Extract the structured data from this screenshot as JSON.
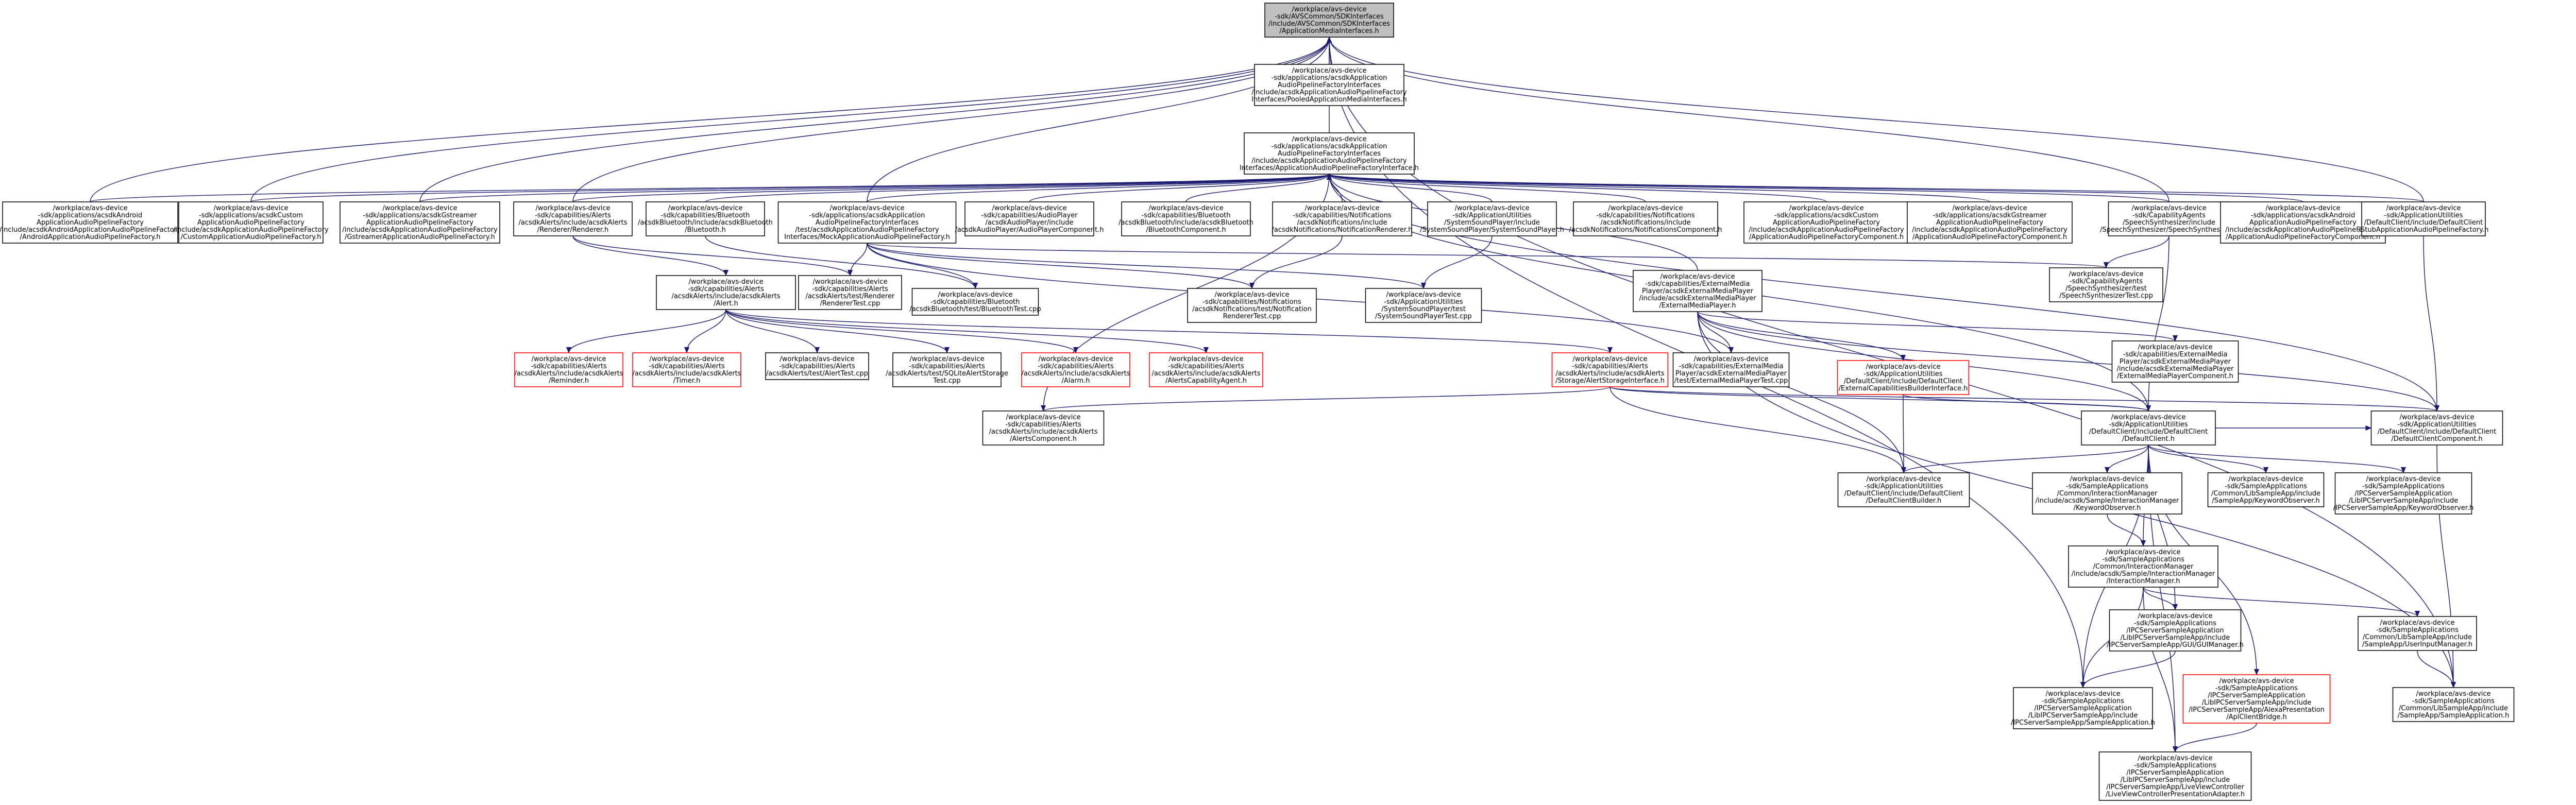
{
  "colors": {
    "edge": "#191970",
    "node_border": "#000000",
    "node_border_red": "#ff0000",
    "root_fill": "#bfbfbf"
  },
  "nodes": [
    {
      "id": "root",
      "root": true,
      "lines": [
        "/workplace/avs-device",
        "-sdk/AVSCommon/SDKInterfaces",
        "/include/AVSCommon/SDKInterfaces",
        "/ApplicationMediaInterfaces.h"
      ]
    },
    {
      "id": "pooled",
      "lines": [
        "/workplace/avs-device",
        "-sdk/applications/acsdkApplication",
        "AudioPipelineFactoryInterfaces",
        "/include/acsdkApplicationAudioPipelineFactory",
        "Interfaces/PooledApplicationMediaInterfaces.h"
      ]
    },
    {
      "id": "aapfi",
      "lines": [
        "/workplace/avs-device",
        "-sdk/applications/acsdkApplication",
        "AudioPipelineFactoryInterfaces",
        "/include/acsdkApplicationAudioPipelineFactory",
        "Interfaces/ApplicationAudioPipelineFactoryInterface.h"
      ]
    },
    {
      "id": "android_f",
      "lines": [
        "/workplace/avs-device",
        "-sdk/applications/acsdkAndroid",
        "ApplicationAudioPipelineFactory",
        "/include/acsdkAndroidApplicationAudioPipelineFactory",
        "/AndroidApplicationAudioPipelineFactory.h"
      ]
    },
    {
      "id": "custom_f",
      "lines": [
        "/workplace/avs-device",
        "-sdk/applications/acsdkCustom",
        "ApplicationAudioPipelineFactory",
        "/include/acsdkApplicationAudioPipelineFactory",
        "/CustomApplicationAudioPipelineFactory.h"
      ]
    },
    {
      "id": "gst_f",
      "lines": [
        "/workplace/avs-device",
        "-sdk/applications/acsdkGstreamer",
        "ApplicationAudioPipelineFactory",
        "/include/acsdkApplicationAudioPipelineFactory",
        "/GstreamerApplicationAudioPipelineFactory.h"
      ]
    },
    {
      "id": "renderer",
      "lines": [
        "/workplace/avs-device",
        "-sdk/capabilities/Alerts",
        "/acsdkAlerts/include/acsdkAlerts",
        "/Renderer/Renderer.h"
      ]
    },
    {
      "id": "bluetooth",
      "lines": [
        "/workplace/avs-device",
        "-sdk/capabilities/Bluetooth",
        "/acsdkBluetooth/include/acsdkBluetooth",
        "/Bluetooth.h"
      ]
    },
    {
      "id": "mock_f",
      "lines": [
        "/workplace/avs-device",
        "-sdk/applications/acsdkApplication",
        "AudioPipelineFactoryInterfaces",
        "/test/acsdkApplicationAudioPipelineFactory",
        "Interfaces/MockApplicationAudioPipelineFactory.h"
      ]
    },
    {
      "id": "ap_comp",
      "lines": [
        "/workplace/avs-device",
        "-sdk/capabilities/AudioPlayer",
        "/acsdkAudioPlayer/include",
        "/acsdkAudioPlayer/AudioPlayerComponent.h"
      ]
    },
    {
      "id": "bt_comp",
      "lines": [
        "/workplace/avs-device",
        "-sdk/capabilities/Bluetooth",
        "/acsdkBluetooth/include/acsdkBluetooth",
        "/BluetoothComponent.h"
      ]
    },
    {
      "id": "notif_r",
      "lines": [
        "/workplace/avs-device",
        "-sdk/capabilities/Notifications",
        "/acsdkNotifications/include",
        "/acsdkNotifications/NotificationRenderer.h"
      ]
    },
    {
      "id": "ssp",
      "lines": [
        "/workplace/avs-device",
        "-sdk/ApplicationUtilities",
        "/SystemSoundPlayer/include",
        "/SystemSoundPlayer/SystemSoundPlayer.h"
      ]
    },
    {
      "id": "notif_c",
      "lines": [
        "/workplace/avs-device",
        "-sdk/capabilities/Notifications",
        "/acsdkNotifications/include",
        "/acsdkNotifications/NotificationsComponent.h"
      ]
    },
    {
      "id": "custom_c",
      "lines": [
        "/workplace/avs-device",
        "-sdk/applications/acsdkCustom",
        "ApplicationAudioPipelineFactory",
        "/include/acsdkApplicationAudioPipelineFactory",
        "/ApplicationAudioPipelineFactoryComponent.h"
      ]
    },
    {
      "id": "gst_c",
      "lines": [
        "/workplace/avs-device",
        "-sdk/applications/acsdkGstreamer",
        "ApplicationAudioPipelineFactory",
        "/include/acsdkApplicationAudioPipelineFactory",
        "/ApplicationAudioPipelineFactoryComponent.h"
      ]
    },
    {
      "id": "speech",
      "lines": [
        "/workplace/avs-device",
        "-sdk/CapabilityAgents",
        "/SpeechSynthesizer/include",
        "/SpeechSynthesizer/SpeechSynthesizer.h"
      ]
    },
    {
      "id": "android_c",
      "lines": [
        "/workplace/avs-device",
        "-sdk/applications/acsdkAndroid",
        "ApplicationAudioPipelineFactory",
        "/include/acsdkApplicationAudioPipelineFactory",
        "/ApplicationAudioPipelineFactoryComponent.h"
      ]
    },
    {
      "id": "stub_f",
      "lines": [
        "/workplace/avs-device",
        "-sdk/ApplicationUtilities",
        "/DefaultClient/include/DefaultClient",
        "/StubApplicationAudioPipelineFactory.h"
      ]
    },
    {
      "id": "alert",
      "lines": [
        "/workplace/avs-device",
        "-sdk/capabilities/Alerts",
        "/acsdkAlerts/include/acsdkAlerts",
        "/Alert.h"
      ]
    },
    {
      "id": "renderer_t",
      "lines": [
        "/workplace/avs-device",
        "-sdk/capabilities/Alerts",
        "/acsdkAlerts/test/Renderer",
        "/RendererTest.cpp"
      ]
    },
    {
      "id": "bt_t",
      "lines": [
        "/workplace/avs-device",
        "-sdk/capabilities/Bluetooth",
        "/acsdkBluetooth/test/BluetoothTest.cpp"
      ]
    },
    {
      "id": "notif_rt",
      "lines": [
        "/workplace/avs-device",
        "-sdk/capabilities/Notifications",
        "/acsdkNotifications/test/Notification",
        "RendererTest.cpp"
      ]
    },
    {
      "id": "ssp_t",
      "lines": [
        "/workplace/avs-device",
        "-sdk/ApplicationUtilities",
        "/SystemSoundPlayer/test",
        "/SystemSoundPlayerTest.cpp"
      ]
    },
    {
      "id": "speech_t",
      "lines": [
        "/workplace/avs-device",
        "-sdk/CapabilityAgents",
        "/SpeechSynthesizer/test",
        "/SpeechSynthesizerTest.cpp"
      ]
    },
    {
      "id": "emp",
      "lines": [
        "/workplace/avs-device",
        "-sdk/capabilities/ExternalMedia",
        "Player/acsdkExternalMediaPlayer",
        "/include/acsdkExternalMediaPlayer",
        "/ExternalMediaPlayer.h"
      ]
    },
    {
      "id": "reminder",
      "red": true,
      "lines": [
        "/workplace/avs-device",
        "-sdk/capabilities/Alerts",
        "/acsdkAlerts/include/acsdkAlerts",
        "/Reminder.h"
      ]
    },
    {
      "id": "timer",
      "red": true,
      "lines": [
        "/workplace/avs-device",
        "-sdk/capabilities/Alerts",
        "/acsdkAlerts/include/acsdkAlerts",
        "/Timer.h"
      ]
    },
    {
      "id": "alert_t",
      "lines": [
        "/workplace/avs-device",
        "-sdk/capabilities/Alerts",
        "/acsdkAlerts/test/AlertTest.cpp"
      ]
    },
    {
      "id": "sql_t",
      "lines": [
        "/workplace/avs-device",
        "-sdk/capabilities/Alerts",
        "/acsdkAlerts/test/SQLiteAlertStorage",
        "Test.cpp"
      ]
    },
    {
      "id": "alarm",
      "red": true,
      "lines": [
        "/workplace/avs-device",
        "-sdk/capabilities/Alerts",
        "/acsdkAlerts/include/acsdkAlerts",
        "/Alarm.h"
      ]
    },
    {
      "id": "agent",
      "red": true,
      "lines": [
        "/workplace/avs-device",
        "-sdk/capabilities/Alerts",
        "/acsdkAlerts/include/acsdkAlerts",
        "/AlertsCapabilityAgent.h"
      ]
    },
    {
      "id": "storage",
      "red": true,
      "lines": [
        "/workplace/avs-device",
        "-sdk/capabilities/Alerts",
        "/acsdkAlerts/include/acsdkAlerts",
        "/Storage/AlertStorageInterface.h"
      ]
    },
    {
      "id": "emp_t",
      "lines": [
        "/workplace/avs-device",
        "-sdk/capabilities/ExternalMedia",
        "Player/acsdkExternalMediaPlayer",
        "/test/ExternalMediaPlayerTest.cpp"
      ]
    },
    {
      "id": "ecb",
      "red": true,
      "lines": [
        "/workplace/avs-device",
        "-sdk/ApplicationUtilities",
        "/DefaultClient/include/DefaultClient",
        "/ExternalCapabilitiesBuilderInterface.h"
      ]
    },
    {
      "id": "emp_c",
      "lines": [
        "/workplace/avs-device",
        "-sdk/capabilities/ExternalMedia",
        "Player/acsdkExternalMediaPlayer",
        "/include/acsdkExternalMediaPlayer",
        "/ExternalMediaPlayerComponent.h"
      ]
    },
    {
      "id": "alerts_c",
      "lines": [
        "/workplace/avs-device",
        "-sdk/capabilities/Alerts",
        "/acsdkAlerts/include/acsdkAlerts",
        "/AlertsComponent.h"
      ]
    },
    {
      "id": "dc",
      "lines": [
        "/workplace/avs-device",
        "-sdk/ApplicationUtilities",
        "/DefaultClient/include/DefaultClient",
        "/DefaultClient.h"
      ]
    },
    {
      "id": "dc_comp",
      "lines": [
        "/workplace/avs-device",
        "-sdk/ApplicationUtilities",
        "/DefaultClient/include/DefaultClient",
        "/DefaultClientComponent.h"
      ]
    },
    {
      "id": "dc_builder",
      "lines": [
        "/workplace/avs-device",
        "-sdk/ApplicationUtilities",
        "/DefaultClient/include/DefaultClient",
        "/DefaultClientBuilder.h"
      ]
    },
    {
      "id": "kw_im",
      "lines": [
        "/workplace/avs-device",
        "-sdk/SampleApplications",
        "/Common/InteractionManager",
        "/include/acsdk/Sample/InteractionManager",
        "/KeywordObserver.h"
      ]
    },
    {
      "id": "kw_sa",
      "lines": [
        "/workplace/avs-device",
        "-sdk/SampleApplications",
        "/Common/LibSampleApp/include",
        "/SampleApp/KeywordObserver.h"
      ]
    },
    {
      "id": "kw_ipc",
      "lines": [
        "/workplace/avs-device",
        "-sdk/SampleApplications",
        "/IPCServerSampleApplication",
        "/LibIPCServerSampleApp/include",
        "/IPCServerSampleApp/KeywordObserver.h"
      ]
    },
    {
      "id": "im",
      "lines": [
        "/workplace/avs-device",
        "-sdk/SampleApplications",
        "/Common/InteractionManager",
        "/include/acsdk/Sample/InteractionManager",
        "/InteractionManager.h"
      ]
    },
    {
      "id": "gui",
      "lines": [
        "/workplace/avs-device",
        "-sdk/SampleApplications",
        "/IPCServerSampleApplication",
        "/LibIPCServerSampleApp/include",
        "/IPCServerSampleApp/GUI/GUIManager.h"
      ]
    },
    {
      "id": "uim",
      "lines": [
        "/workplace/avs-device",
        "-sdk/SampleApplications",
        "/Common/LibSampleApp/include",
        "/SampleApp/UserInputManager.h"
      ]
    },
    {
      "id": "ipc_sa",
      "lines": [
        "/workplace/avs-device",
        "-sdk/SampleApplications",
        "/IPCServerSampleApplication",
        "/LibIPCServerSampleApp/include",
        "/IPCServerSampleApp/SampleApplication.h"
      ]
    },
    {
      "id": "apl",
      "red": true,
      "lines": [
        "/workplace/avs-device",
        "-sdk/SampleApplications",
        "/IPCServerSampleApplication",
        "/LibIPCServerSampleApp/include",
        "/IPCServerSampleApp/AlexaPresentation",
        "/AplClientBridge.h"
      ]
    },
    {
      "id": "sa",
      "lines": [
        "/workplace/avs-device",
        "-sdk/SampleApplications",
        "/Common/LibSampleApp/include",
        "/SampleApp/SampleApplication.h"
      ]
    },
    {
      "id": "lvc",
      "lines": [
        "/workplace/avs-device",
        "-sdk/SampleApplications",
        "/IPCServerSampleApplication",
        "/LibIPCServerSampleApp/include",
        "/IPCServerSampleApp/LiveViewController",
        "/LiveViewControllerPresentationAdapter.h"
      ]
    }
  ],
  "edges": [
    [
      "pooled",
      "root"
    ],
    [
      "aapfi",
      "root"
    ],
    [
      "android_f",
      "root"
    ],
    [
      "custom_f",
      "root"
    ],
    [
      "gst_f",
      "root"
    ],
    [
      "mock_f",
      "root"
    ],
    [
      "renderer",
      "root"
    ],
    [
      "speech",
      "root"
    ],
    [
      "stub_f",
      "root"
    ],
    [
      "sa",
      "root"
    ],
    [
      "ipc_sa",
      "root"
    ],
    [
      "android_f",
      "aapfi"
    ],
    [
      "custom_f",
      "aapfi"
    ],
    [
      "gst_f",
      "aapfi"
    ],
    [
      "renderer",
      "aapfi"
    ],
    [
      "bluetooth",
      "aapfi"
    ],
    [
      "mock_f",
      "aapfi"
    ],
    [
      "ap_comp",
      "aapfi"
    ],
    [
      "bt_comp",
      "aapfi"
    ],
    [
      "notif_r",
      "aapfi"
    ],
    [
      "ssp",
      "aapfi"
    ],
    [
      "notif_c",
      "aapfi"
    ],
    [
      "custom_c",
      "aapfi"
    ],
    [
      "gst_c",
      "aapfi"
    ],
    [
      "speech",
      "aapfi"
    ],
    [
      "android_c",
      "aapfi"
    ],
    [
      "stub_f",
      "aapfi"
    ],
    [
      "emp",
      "aapfi"
    ],
    [
      "alerts_c",
      "aapfi"
    ],
    [
      "dc",
      "aapfi"
    ],
    [
      "dc_comp",
      "aapfi"
    ],
    [
      "renderer",
      "alert"
    ],
    [
      "renderer",
      "renderer_t"
    ],
    [
      "bluetooth",
      "bt_t"
    ],
    [
      "mock_f",
      "renderer_t"
    ],
    [
      "mock_f",
      "bt_t"
    ],
    [
      "mock_f",
      "notif_rt"
    ],
    [
      "mock_f",
      "ssp_t"
    ],
    [
      "mock_f",
      "speech_t"
    ],
    [
      "mock_f",
      "emp_t"
    ],
    [
      "notif_r",
      "notif_rt"
    ],
    [
      "ssp",
      "ssp_t"
    ],
    [
      "speech",
      "speech_t"
    ],
    [
      "speech",
      "dc"
    ],
    [
      "stub_f",
      "dc_comp"
    ],
    [
      "alert",
      "reminder"
    ],
    [
      "alert",
      "timer"
    ],
    [
      "alert",
      "alert_t"
    ],
    [
      "alert",
      "sql_t"
    ],
    [
      "alert",
      "alarm"
    ],
    [
      "alert",
      "agent"
    ],
    [
      "alert",
      "storage"
    ],
    [
      "emp",
      "emp_t"
    ],
    [
      "emp",
      "ecb"
    ],
    [
      "emp",
      "emp_c"
    ],
    [
      "emp",
      "dc"
    ],
    [
      "emp",
      "dc_comp"
    ],
    [
      "emp",
      "dc_builder"
    ],
    [
      "emp",
      "sa"
    ],
    [
      "storage",
      "alerts_c"
    ],
    [
      "storage",
      "dc"
    ],
    [
      "storage",
      "dc_comp"
    ],
    [
      "storage",
      "dc_builder"
    ],
    [
      "ecb",
      "dc"
    ],
    [
      "ecb",
      "dc_builder"
    ],
    [
      "dc",
      "dc_builder"
    ],
    [
      "dc",
      "kw_im"
    ],
    [
      "dc",
      "kw_sa"
    ],
    [
      "dc",
      "kw_ipc"
    ],
    [
      "dc",
      "im"
    ],
    [
      "dc",
      "gui"
    ],
    [
      "dc",
      "ipc_sa"
    ],
    [
      "dc",
      "apl"
    ],
    [
      "dc",
      "lvc"
    ],
    [
      "dc",
      "dc_comp"
    ],
    [
      "kw_im",
      "im"
    ],
    [
      "im",
      "gui"
    ],
    [
      "im",
      "uim"
    ],
    [
      "im",
      "ipc_sa"
    ],
    [
      "im",
      "lvc"
    ],
    [
      "gui",
      "ipc_sa"
    ],
    [
      "uim",
      "sa"
    ],
    [
      "apl",
      "lvc"
    ],
    [
      "dc_comp",
      "sa"
    ]
  ]
}
